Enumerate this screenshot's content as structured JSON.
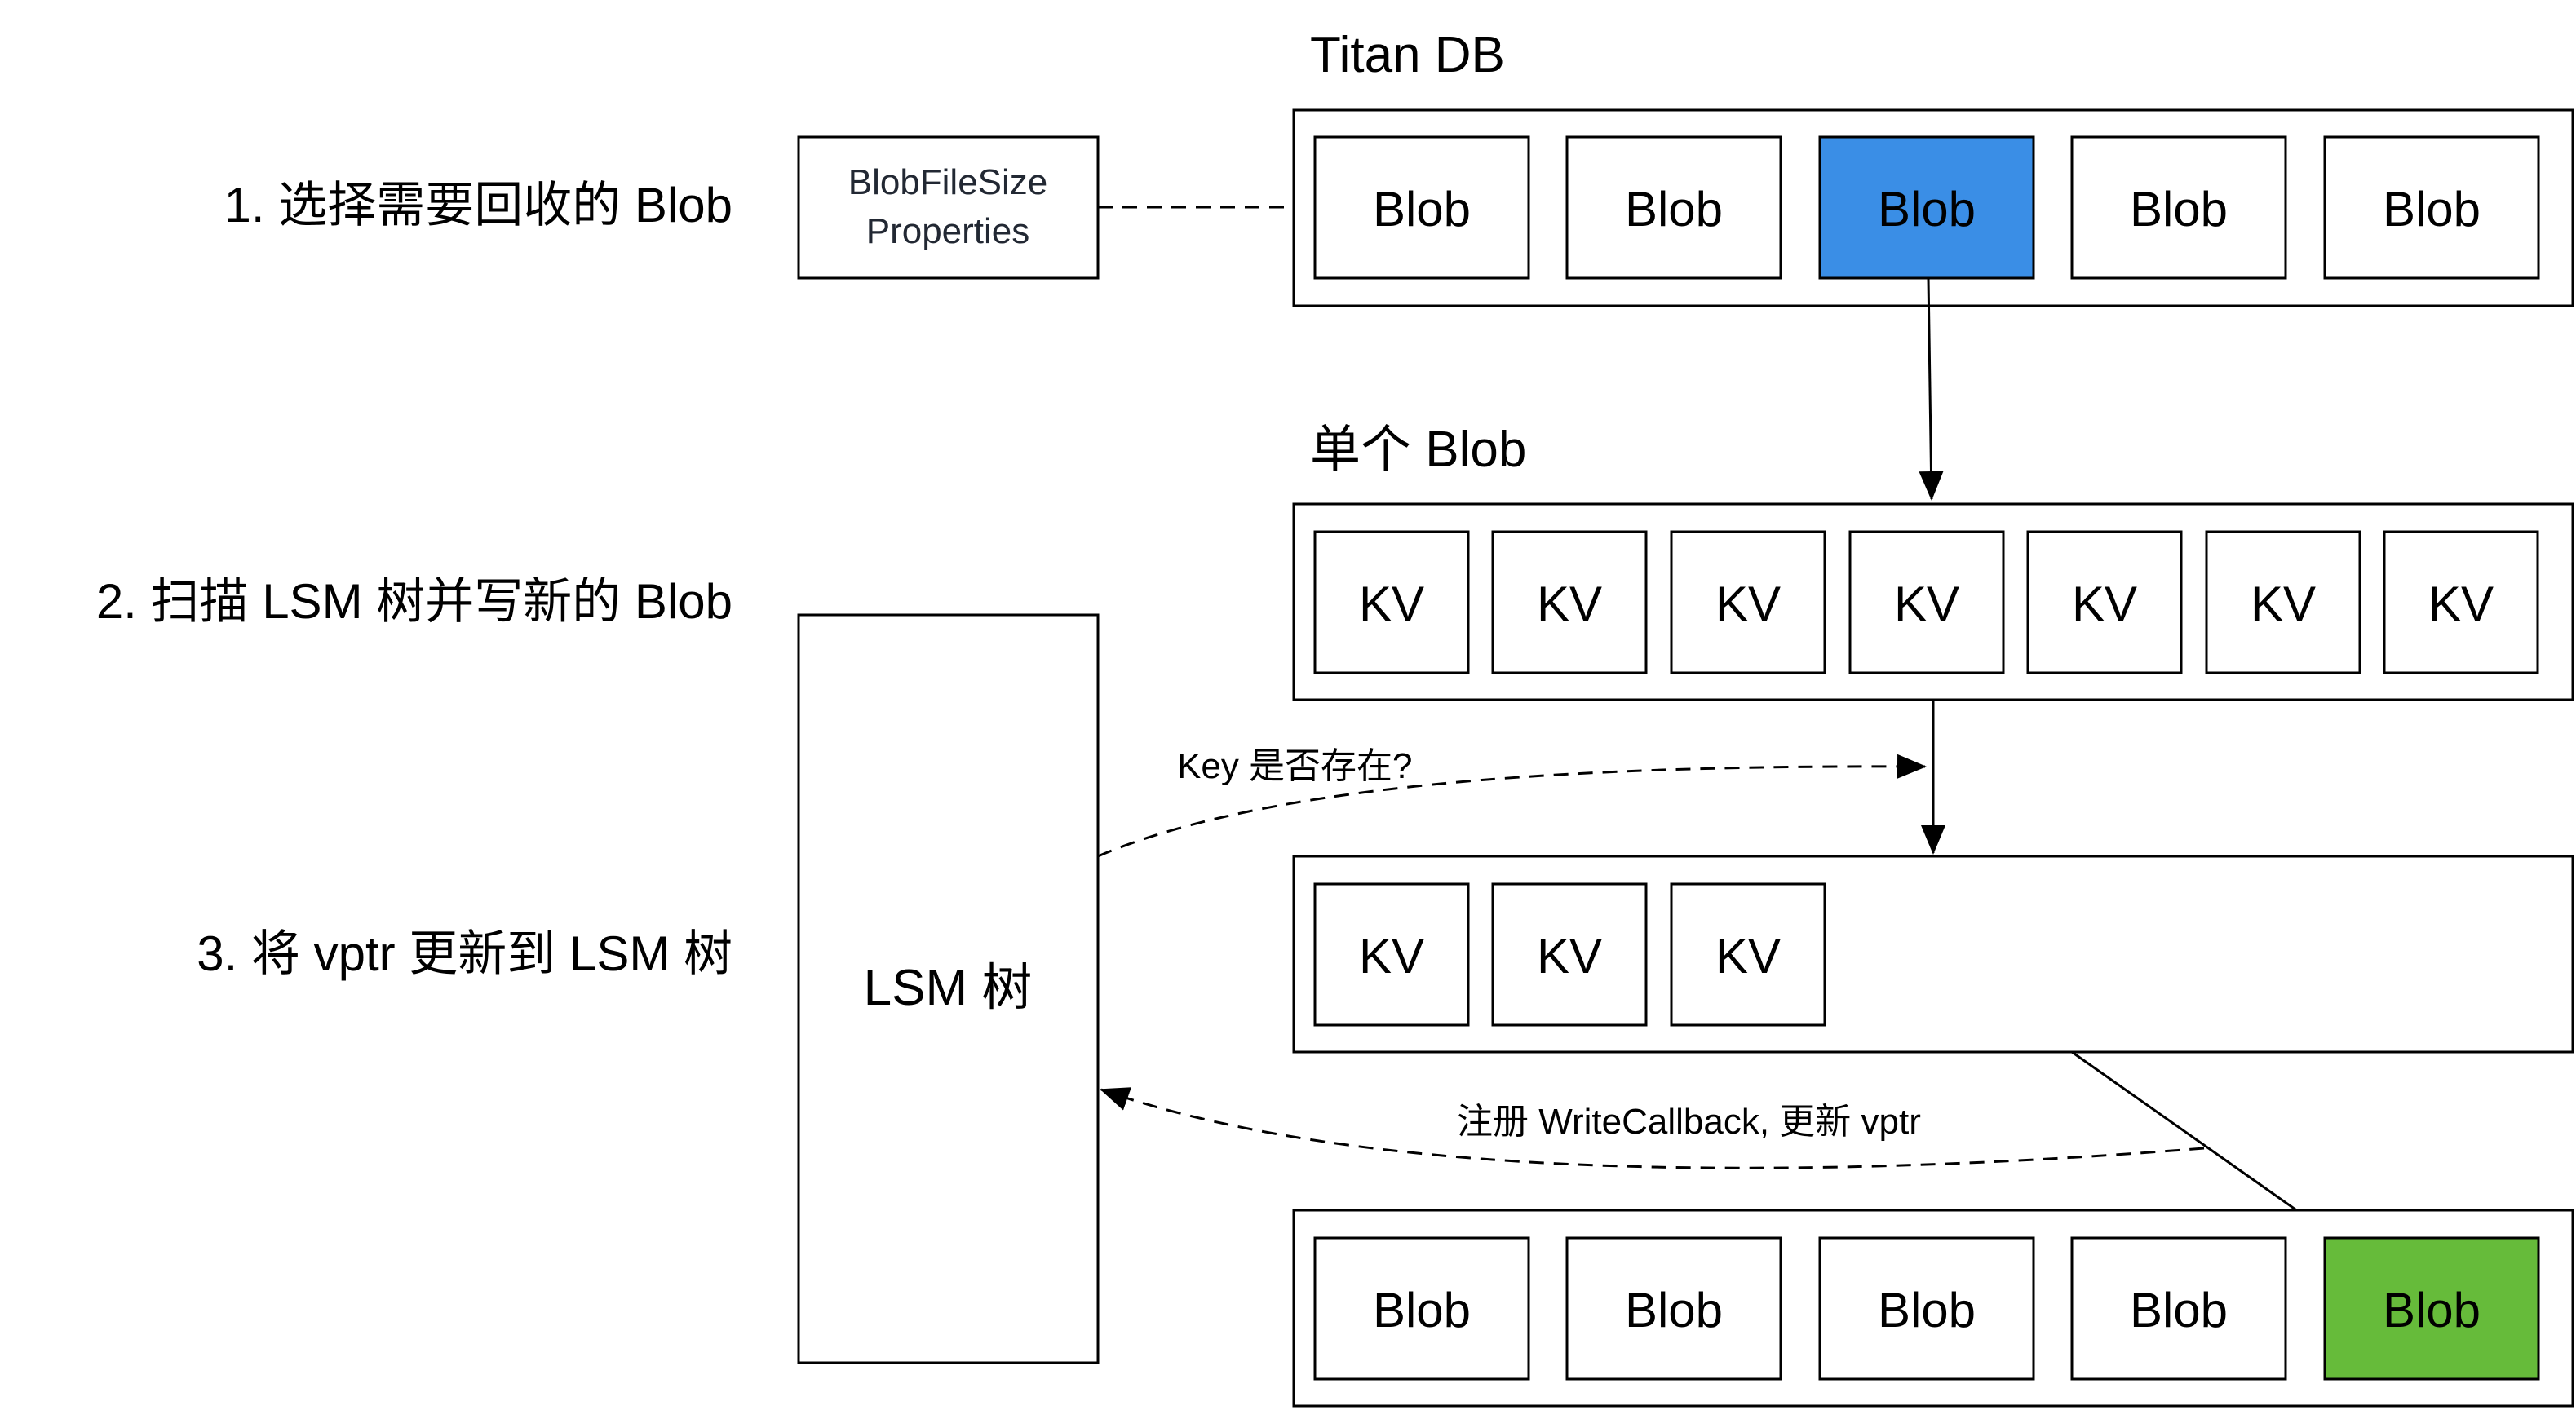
{
  "steps": {
    "step1": "1. 选择需要回收的 Blob",
    "step2": "2. 扫描 LSM 树并写新的 Blob",
    "step3": "3. 将 vptr 更新到 LSM 树"
  },
  "titan_db": {
    "title": "Titan DB",
    "blobs": [
      "Blob",
      "Blob",
      "Blob",
      "Blob",
      "Blob"
    ]
  },
  "properties_box": {
    "line1": "BlobFileSize",
    "line2": "Properties"
  },
  "single_blob": {
    "title": "单个 Blob",
    "kvs": [
      "KV",
      "KV",
      "KV",
      "KV",
      "KV",
      "KV",
      "KV"
    ]
  },
  "filtered_kvs": {
    "kvs": [
      "KV",
      "KV",
      "KV"
    ]
  },
  "new_blobs": {
    "blobs": [
      "Blob",
      "Blob",
      "Blob",
      "Blob",
      "Blob"
    ]
  },
  "lsm_tree": {
    "label": "LSM 树"
  },
  "annotations": {
    "key_exists": "Key 是否存在?",
    "write_callback": "注册 WriteCallback, 更新 vptr"
  },
  "colors": {
    "selected_blob": "#3a8ee6",
    "new_blob": "#66bb3a",
    "stroke": "#000000"
  }
}
